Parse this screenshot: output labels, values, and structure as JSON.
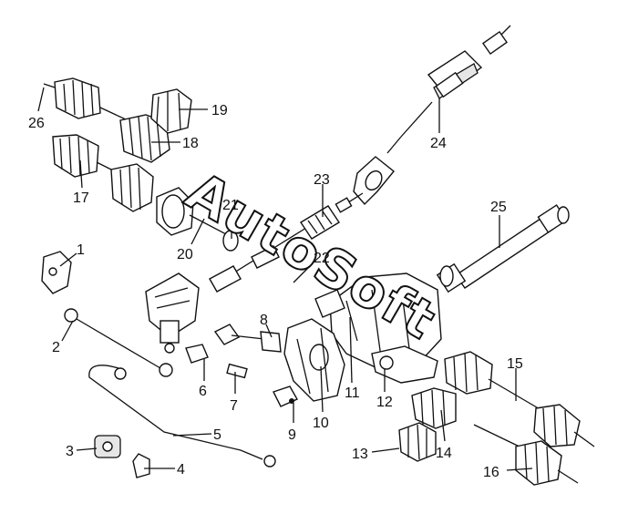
{
  "watermark": "AutoSoft",
  "callouts": [
    {
      "num": "1"
    },
    {
      "num": "2"
    },
    {
      "num": "3"
    },
    {
      "num": "4"
    },
    {
      "num": "5"
    },
    {
      "num": "6"
    },
    {
      "num": "7"
    },
    {
      "num": "8"
    },
    {
      "num": "9"
    },
    {
      "num": "10"
    },
    {
      "num": "11"
    },
    {
      "num": "12"
    },
    {
      "num": "13"
    },
    {
      "num": "14"
    },
    {
      "num": "15"
    },
    {
      "num": "16"
    },
    {
      "num": "17"
    },
    {
      "num": "18"
    },
    {
      "num": "19"
    },
    {
      "num": "20"
    },
    {
      "num": "21"
    },
    {
      "num": "22"
    },
    {
      "num": "23"
    },
    {
      "num": "24"
    },
    {
      "num": "25"
    },
    {
      "num": "26"
    }
  ]
}
